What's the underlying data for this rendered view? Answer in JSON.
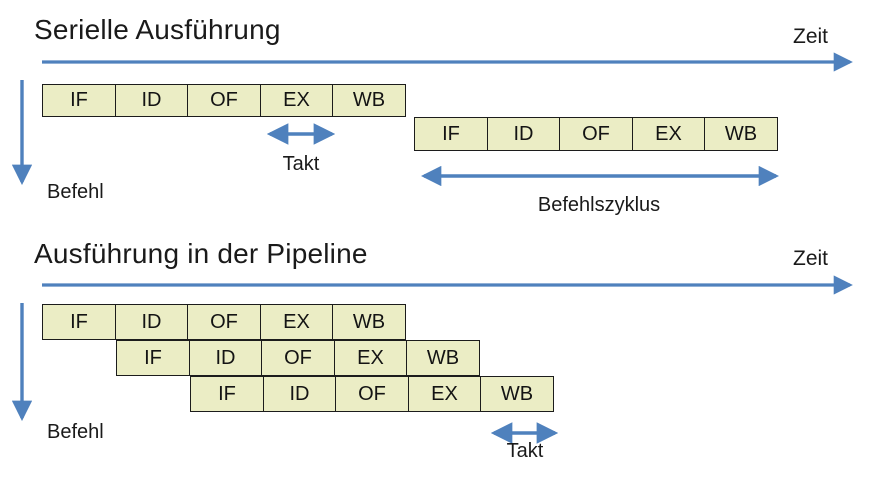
{
  "colors": {
    "background": "#FFFFFF",
    "box_fill": "#EBEDC5",
    "box_border": "#1C1C1C",
    "arrow_blue": "#4F81BD",
    "text": "#1A1A1A"
  },
  "sections": [
    {
      "title": "Serielle Ausführung",
      "time_axis_label": "Zeit",
      "instruction_axis_label": "Befehl",
      "rows": [
        {
          "cells": [
            "IF",
            "ID",
            "OF",
            "EX",
            "WB"
          ]
        },
        {
          "cells": [
            "IF",
            "ID",
            "OF",
            "EX",
            "WB"
          ]
        }
      ],
      "annotations": [
        {
          "label": "Takt"
        },
        {
          "label": "Befehlszyklus"
        }
      ]
    },
    {
      "title": "Ausführung in der Pipeline",
      "time_axis_label": "Zeit",
      "instruction_axis_label": "Befehl",
      "rows": [
        {
          "cells": [
            "IF",
            "ID",
            "OF",
            "EX",
            "WB"
          ]
        },
        {
          "cells": [
            "IF",
            "ID",
            "OF",
            "EX",
            "WB"
          ]
        },
        {
          "cells": [
            "IF",
            "ID",
            "OF",
            "EX",
            "WB"
          ]
        }
      ],
      "annotations": [
        {
          "label": "Takt"
        }
      ]
    }
  ]
}
